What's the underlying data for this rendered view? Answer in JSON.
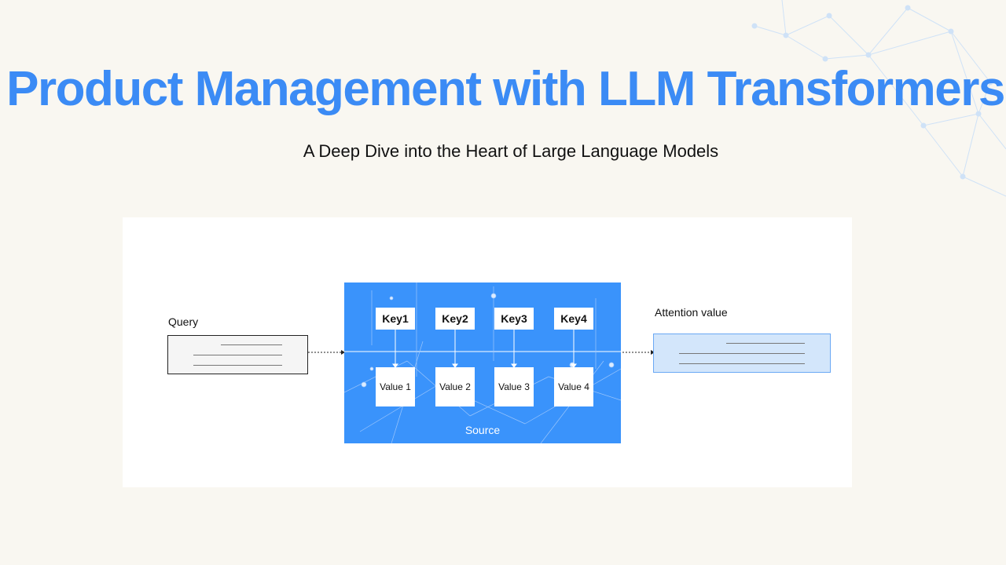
{
  "title": "Product Management with LLM Transformers",
  "subtitle": "A Deep Dive into the Heart of Large Language Models",
  "diagram": {
    "query_label": "Query",
    "attention_label": "Attention value",
    "source_label": "Source",
    "keys": [
      "Key1",
      "Key2",
      "Key3",
      "Key4"
    ],
    "values": [
      "Value 1",
      "Value 2",
      "Value 3",
      "Value 4"
    ]
  }
}
